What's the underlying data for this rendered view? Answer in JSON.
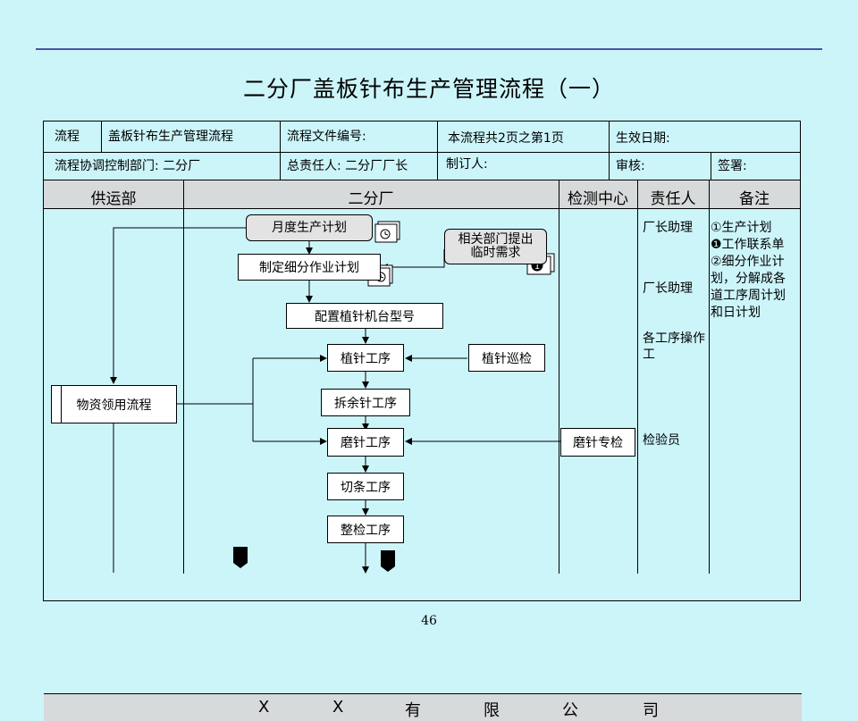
{
  "slide": {
    "title": "二分厂盖板针布生产管理流程（一）",
    "page_number": "46"
  },
  "header": {
    "row1": {
      "c1": "流程",
      "c2": "盖板针布生产管理流程",
      "c3": "流程文件编号:",
      "c4": "本流程共2页之第1页",
      "c5": "生效日期:"
    },
    "row2": {
      "c1": "流程协调控制部门: 二分厂",
      "c2": "总责任人: 二分厂厂长",
      "c3": "制订人:",
      "c4": "审核:",
      "c5": "签署:"
    }
  },
  "columns": {
    "supply": "供运部",
    "factory": "二分厂",
    "testing": "检测中心",
    "responsible": "责任人",
    "notes": "备注"
  },
  "flow": {
    "monthly_plan": "月度生产计划",
    "related_dept": "相关部门提出临时需求",
    "detail_plan": "制定细分作业计划",
    "config_model": "配置植针机台型号",
    "needle_planting": "植针工序",
    "needle_inspection": "植针巡检",
    "remove_needle": "拆余针工序",
    "material_flow": "物资领用流程",
    "grinding": "磨针工序",
    "grinding_check": "磨针专检",
    "cutting": "切条工序",
    "final_check": "整检工序"
  },
  "responsible": {
    "r1": "厂长助理",
    "r2": "厂长助理",
    "r3": "各工序操作工",
    "r4": "检验员"
  },
  "notes_text": "①生产计划\n❶工作联系单\n②细分作业计划，分解成各道工序周计划和日计划",
  "footer_chars": [
    "X",
    "X",
    "有",
    "限",
    "公",
    "司"
  ]
}
